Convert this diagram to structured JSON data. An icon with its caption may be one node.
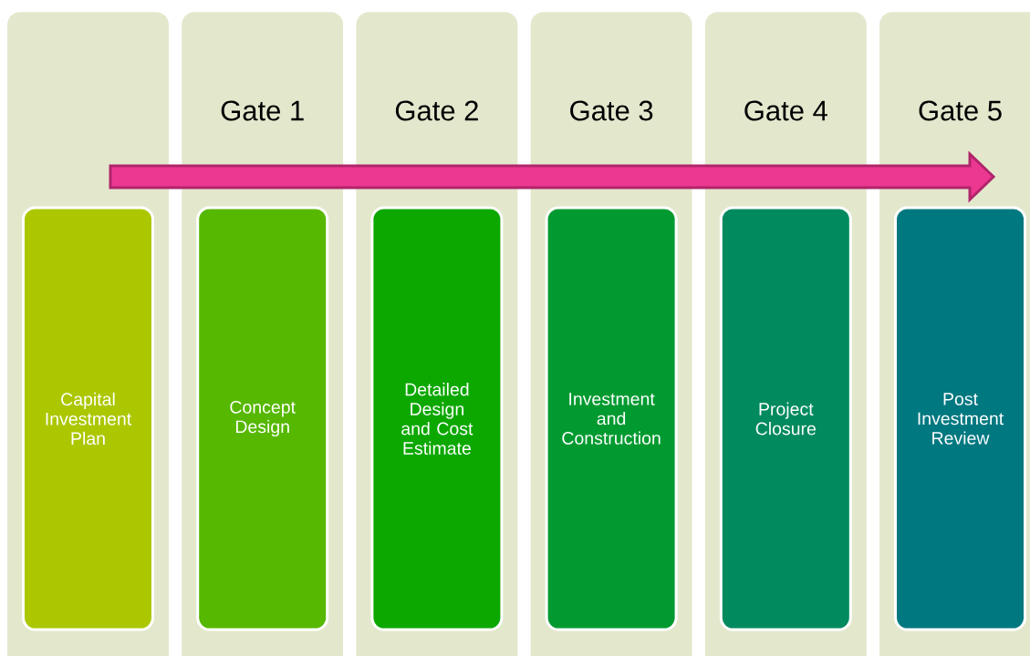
{
  "diagram": {
    "nodes": [
      {
        "text": [],
        "shape": "box"
      },
      {
        "text": [
          "Capital Investment Plan"
        ],
        "in": 0
      },
      {
        "text": [
          "Gate 1"
        ]
      },
      {
        "text": [
          "Concept Design"
        ],
        "in": 2
      },
      {
        "text": [
          "Gate 2"
        ]
      },
      {
        "text": [
          "Detailed Design and Cost Estimate"
        ],
        "in": 4
      },
      {
        "text": [
          "Gate 3"
        ]
      },
      {
        "text": [
          "Investment and Construction"
        ],
        "in": 6
      },
      {
        "text": [
          "Gate 4"
        ]
      },
      {
        "text": [
          "Project Closure"
        ],
        "in": 8
      },
      {
        "text": [
          "Gate 5"
        ]
      },
      {
        "text": [
          "Post Investment Review"
        ],
        "in": 10
      }
    ]
  }
}
